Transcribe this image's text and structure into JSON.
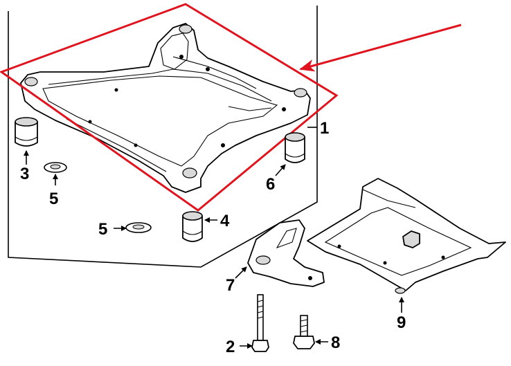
{
  "callouts": [
    "1",
    "2",
    "3",
    "4",
    "5",
    "5",
    "6",
    "7",
    "8",
    "9"
  ],
  "colors": {
    "highlight": "#e0141e",
    "line": "#000000",
    "fill": "#ffffff",
    "shade": "#d9d9d9"
  }
}
